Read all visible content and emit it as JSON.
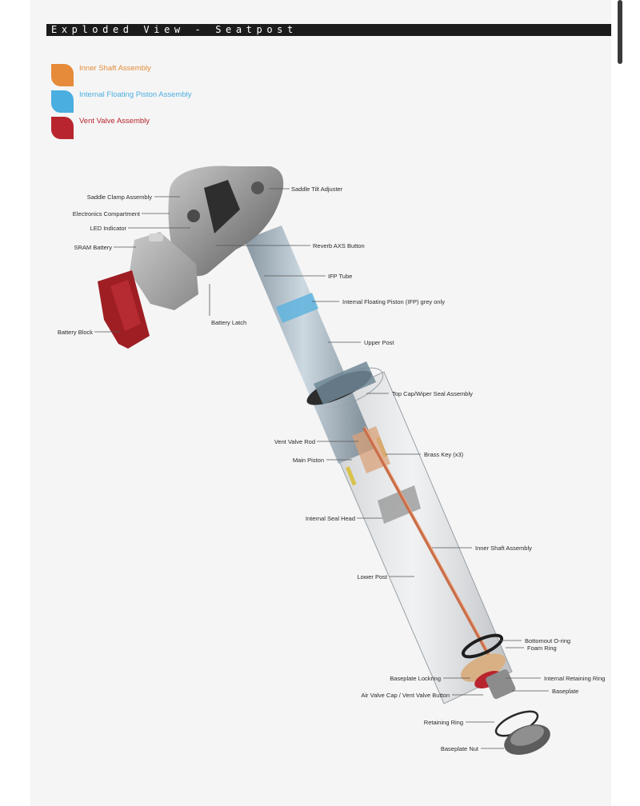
{
  "title": "Exploded View - Seatpost",
  "legend": [
    {
      "label": "Inner Shaft Assembly",
      "color": "#e58b3a"
    },
    {
      "label": "Internal Floating Piston Assembly",
      "color": "#4aaee0"
    },
    {
      "label": "Vent Valve Assembly",
      "color": "#b8252e"
    }
  ],
  "callouts": {
    "saddle_tilt_adjuster": "Saddle Tilt Adjuster",
    "saddle_clamp_assembly": "Saddle Clamp Assembly",
    "electronics_compartment": "Electronics Compartment",
    "led_indicator": "LED Indicator",
    "sram_battery": "SRAM Battery",
    "reverb_axs_button": "Reverb AXS Button",
    "ifp_tube": "IFP Tube",
    "internal_floating_piston": "Internal Floating Piston (IFP) grey only",
    "battery_latch": "Battery Latch",
    "battery_block": "Battery Block",
    "upper_post": "Upper Post",
    "top_cap_wiper_seal": "Top Cap/Wiper Seal Assembly",
    "vent_valve_rod": "Vent Valve Rod",
    "brass_key": "Brass Key (x3)",
    "main_piston": "Main Piston",
    "internal_seal_head": "Internal Seal Head",
    "inner_shaft_assembly": "Inner Shaft Assembly",
    "lower_post": "Lower Post",
    "bottomout_oring": "Bottomout O-ring",
    "foam_ring": "Foam Ring",
    "baseplate_lockring": "Baseplate Lockring",
    "internal_retaining_ring": "Internal Retaining Ring",
    "baseplate": "Baseplate",
    "air_valve_cap": "Air Valve Cap / Vent Valve Button",
    "retaining_ring": "Retaining Ring",
    "baseplate_nut": "Baseplate Nut"
  }
}
